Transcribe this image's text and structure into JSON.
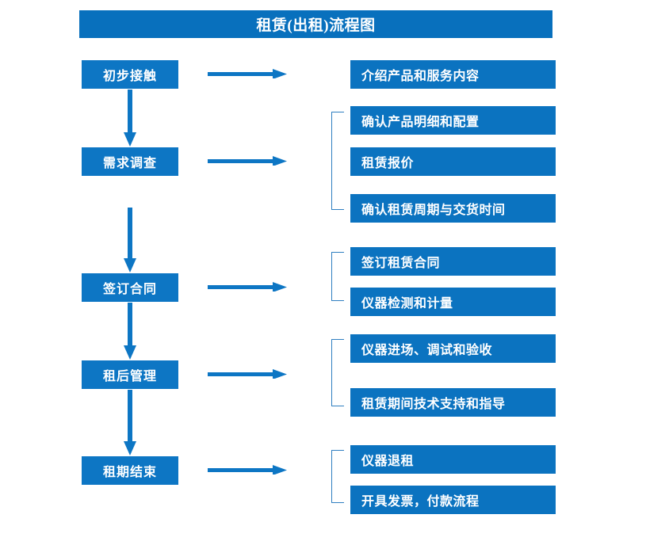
{
  "title": "租赁(出租)流程图",
  "colors": {
    "title_bar": "#0870bd",
    "stage_box": "#0d76c4",
    "detail_box": "#0b73c0",
    "arrow": "#0d76c4",
    "bracket": "#2f7fc1",
    "text": "#ffffff",
    "background": "#ffffff"
  },
  "stages": [
    {
      "label": "初步接触"
    },
    {
      "label": "需求调查"
    },
    {
      "label": "签订合同"
    },
    {
      "label": "租后管理"
    },
    {
      "label": "租期结束"
    }
  ],
  "details": [
    {
      "label": "介绍产品和服务内容"
    },
    {
      "label": "确认产品明细和配置"
    },
    {
      "label": "租赁报价"
    },
    {
      "label": "确认租赁周期与交货时间"
    },
    {
      "label": "签订租赁合同"
    },
    {
      "label": "仪器检测和计量"
    },
    {
      "label": "仪器进场、调试和验收"
    },
    {
      "label": "租赁期间技术支持和指导"
    },
    {
      "label": "仪器退租"
    },
    {
      "label": "开具发票，付款流程"
    }
  ],
  "chart_data": {
    "type": "diagram",
    "title": "租赁(出租)流程图",
    "diagram_kind": "flowchart",
    "flow": [
      {
        "stage": "初步接触",
        "details": [
          "介绍产品和服务内容"
        ]
      },
      {
        "stage": "需求调查",
        "details": [
          "确认产品明细和配置",
          "租赁报价",
          "确认租赁周期与交货时间"
        ]
      },
      {
        "stage": "签订合同",
        "details": [
          "签订租赁合同",
          "仪器检测和计量"
        ]
      },
      {
        "stage": "租后管理",
        "details": [
          "仪器进场、调试和验收",
          "租赁期间技术支持和指导"
        ]
      },
      {
        "stage": "租期结束",
        "details": [
          "仪器退租",
          "开具发票，付款流程"
        ]
      }
    ],
    "stage_connectors": [
      "down-arrow",
      "down-arrow",
      "down-arrow",
      "down-arrow"
    ],
    "stage_to_detail_connectors": [
      "right-arrow",
      "right-arrow",
      "right-arrow",
      "right-arrow",
      "right-arrow"
    ]
  }
}
